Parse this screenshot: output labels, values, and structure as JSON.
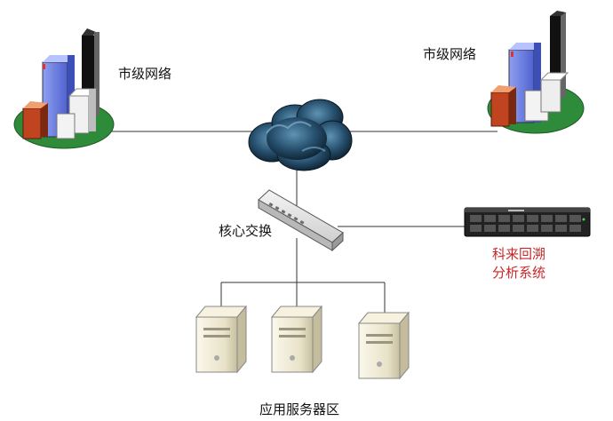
{
  "labels": {
    "city_network_left": "市级网络",
    "city_network_right": "市级网络",
    "core_switch": "核心交换",
    "kelai_line1": "科来回溯",
    "kelai_line2": "分析系统",
    "server_area": "应用服务器区"
  },
  "colors": {
    "line": "#333333",
    "label_text": "#111111",
    "kelai_text": "#c62828",
    "cloud": "#1f4a66",
    "green_base": "#2e8b3a"
  },
  "icons": [
    "city-buildings-icon",
    "cloud-icon",
    "switch-icon",
    "rack-server-icon",
    "tower-server-icon"
  ]
}
